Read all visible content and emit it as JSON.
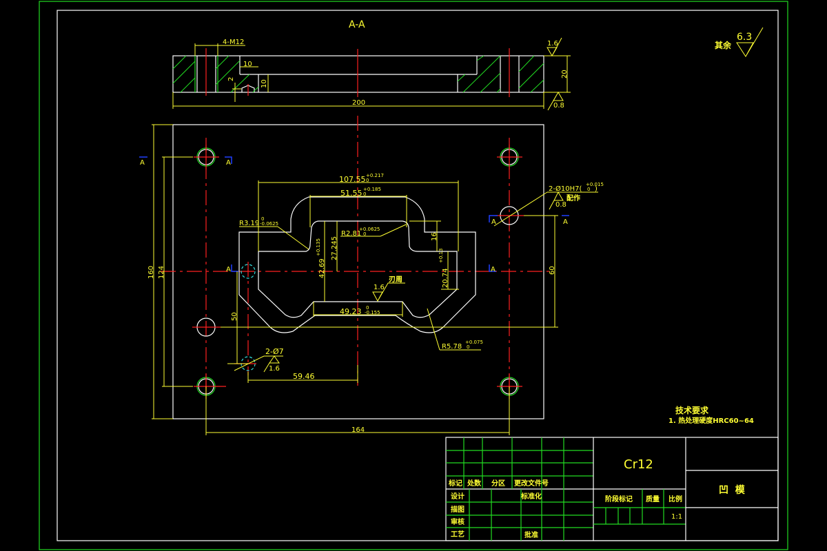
{
  "drawing": {
    "section_title": "A-A",
    "general_roughness": {
      "prefix": "其余",
      "value": "6.3"
    },
    "section_view": {
      "thread_callout": "4-M12",
      "dims": {
        "step_width": "10",
        "step_depth": "2",
        "pocket_depth": "10",
        "overall_length": "200",
        "thickness": "20"
      },
      "roughness_top": "1.6",
      "roughness_bottom": "0.8"
    },
    "plan_view": {
      "section_markers": [
        "A",
        "A",
        "A",
        "A",
        "A",
        "A"
      ],
      "dims": {
        "outer_width": "107.55",
        "outer_width_tol_upper": "+0.217",
        "outer_width_tol_lower": "0",
        "inner_width": "51.55",
        "inner_width_tol_upper": "+0.185",
        "inner_width_tol_lower": "0",
        "r1": "R3.19",
        "r1_tol_upper": "0",
        "r1_tol_lower": "-0.0625",
        "r2": "R2.81",
        "r2_tol_upper": "+0.0625",
        "r2_tol_lower": "0",
        "depth_27": "27.245",
        "depth_42": "42.69",
        "depth_42_tol_upper": "+0.135",
        "depth_42_tol_lower": "0",
        "depth_16": "16",
        "depth_20": "20.74",
        "depth_20_tol_upper": "+0.13",
        "depth_20_tol_lower": "0",
        "bottom_width": "49.23",
        "bottom_width_tol_upper": "0",
        "bottom_width_tol_lower": "-0.155",
        "r3": "R5.78",
        "r3_tol_upper": "+0.075",
        "r3_tol_lower": "0",
        "height_160": "160",
        "height_124": "124",
        "dim_50": "50",
        "dim_60": "60",
        "dim_59": "59.46",
        "width_164": "164"
      },
      "edge_roughness": {
        "value": "1.6",
        "note": "刃周"
      },
      "pin_hole_callout": {
        "label": "2-Ø10H7(",
        "tol_upper": "+0.015",
        "tol_lower": "0",
        "close": ")",
        "roughness": "0.8",
        "note": "配作"
      },
      "small_hole_callout": {
        "label": "2-Ø7",
        "roughness": "1.6"
      }
    },
    "tech_requirements": {
      "title": "技术要求",
      "items": [
        "1. 热处理硬度HRC60~64"
      ]
    }
  },
  "title_block": {
    "material": "Cr12",
    "part_name": "凹  模",
    "revision_headers": [
      "标记",
      "处数",
      "分区",
      "更改文件号"
    ],
    "role_labels": [
      "设计",
      "描图",
      "审核",
      "工艺"
    ],
    "standardization": "标准化",
    "approval": "批准",
    "stage_mark": "阶段标记",
    "weight": "质量",
    "scale_label": "比例",
    "scale_value": "1:1"
  }
}
